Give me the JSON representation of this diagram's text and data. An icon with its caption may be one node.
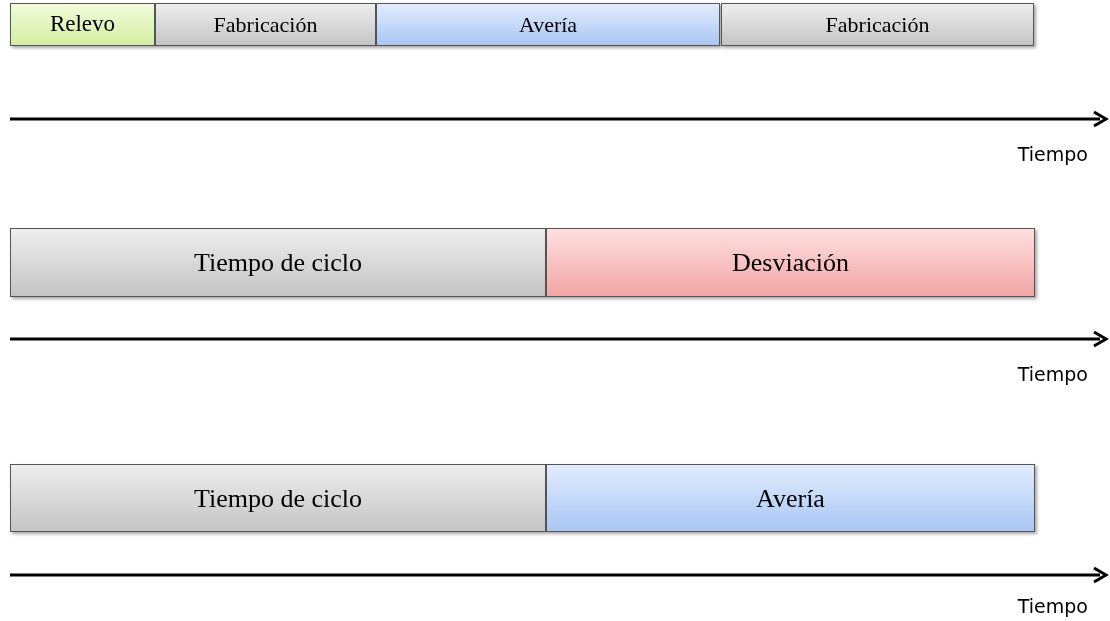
{
  "diagram": {
    "nodes": [
      {
        "text": [
          "Relevo"
        ]
      },
      {
        "text": [
          "Fabricación"
        ]
      },
      {
        "text": [
          "Avería"
        ]
      },
      {
        "text": [
          "Fabricación"
        ]
      },
      {
        "text": [
          "Tiempo de ciclo"
        ]
      },
      {
        "text": [
          "Desviación"
        ]
      },
      {
        "text": [
          "Tiempo de ciclo"
        ]
      },
      {
        "text": [
          "Avería"
        ]
      }
    ],
    "labels": [
      "Tiempo",
      "Tiempo",
      "Tiempo"
    ]
  }
}
